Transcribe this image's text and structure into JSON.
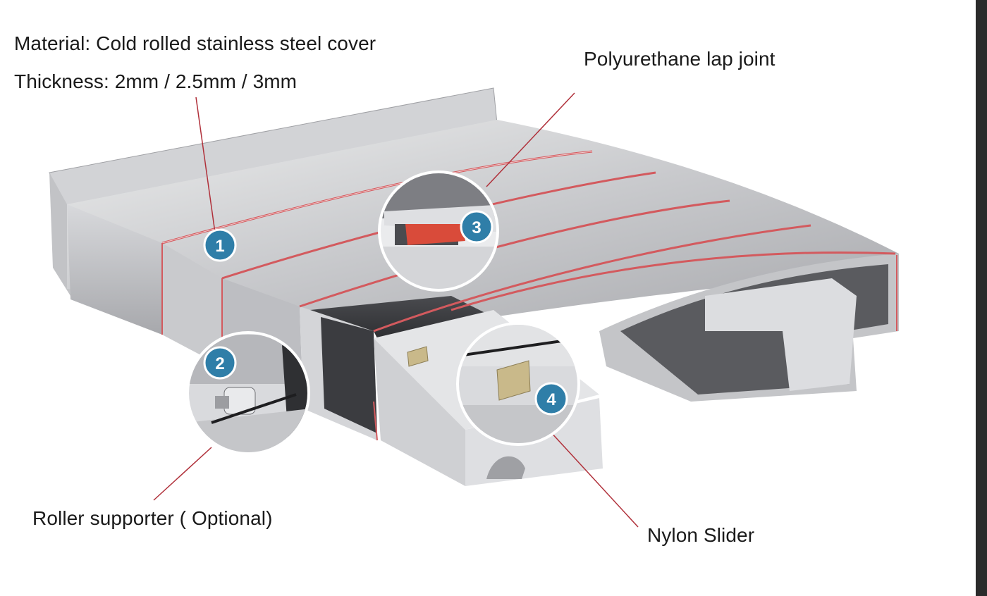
{
  "labels": {
    "material": "Material: Cold rolled stainless steel cover",
    "thickness": "Thickness: 2mm / 2.5mm / 3mm",
    "lap_joint": "Polyurethane lap joint",
    "roller": "Roller supporter ( Optional)",
    "slider": "Nylon Slider"
  },
  "badges": [
    "1",
    "2",
    "3",
    "4"
  ],
  "colors": {
    "accent_line": "#b0303a",
    "badge": "#2f7ea8",
    "steel_light": "#e6e6e8",
    "steel_mid": "#bfc0c3",
    "steel_dark": "#8d8e92",
    "gasket": "#d94b3a",
    "right_edge_strip": "#2b2b2b"
  }
}
